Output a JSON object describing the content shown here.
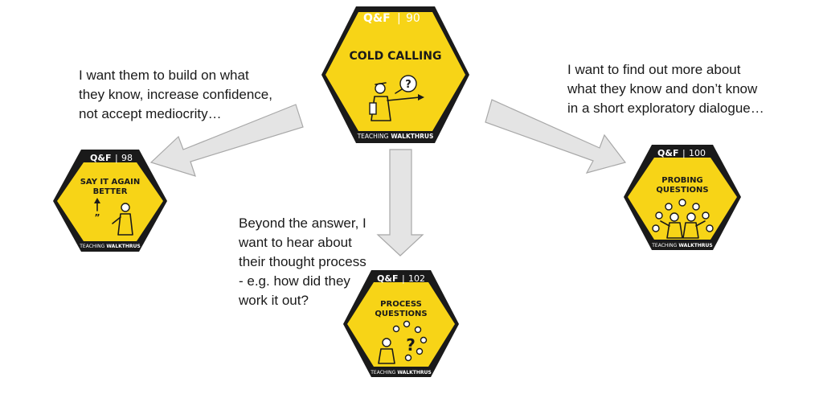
{
  "cards": {
    "cold": {
      "tag": "Q&F",
      "num": "90",
      "title_l1": "COLD CALLING",
      "footer_a": "TEACHING",
      "footer_b": "WALKTHRUS"
    },
    "say": {
      "tag": "Q&F",
      "num": "98",
      "title_l1": "SAY IT AGAIN",
      "title_l2": "BETTER",
      "footer_a": "TEACHING",
      "footer_b": "WALKTHRUS"
    },
    "process": {
      "tag": "Q&F",
      "num": "102",
      "title_l1": "PROCESS",
      "title_l2": "QUESTIONS",
      "footer_a": "TEACHING",
      "footer_b": "WALKTHRUS"
    },
    "probing": {
      "tag": "Q&F",
      "num": "100",
      "title_l1": "PROBING",
      "title_l2": "QUESTIONS",
      "footer_a": "TEACHING",
      "footer_b": "WALKTHRUS"
    }
  },
  "captions": {
    "left": [
      "I want them to build on what",
      "they know, increase confidence,",
      "not accept mediocrity…"
    ],
    "right": [
      "I want to find out more about",
      "what they know and don’t know",
      "in a short exploratory dialogue…"
    ],
    "middle": [
      "Beyond the answer, I",
      "want to hear about",
      "their thought process",
      "- e.g. how did they",
      "work it out?"
    ]
  },
  "colors": {
    "hex_yellow": "#f7d417",
    "hex_dark": "#1a1a1a",
    "arrow_fill": "#e4e4e4",
    "arrow_stroke": "#a8a8a8"
  }
}
